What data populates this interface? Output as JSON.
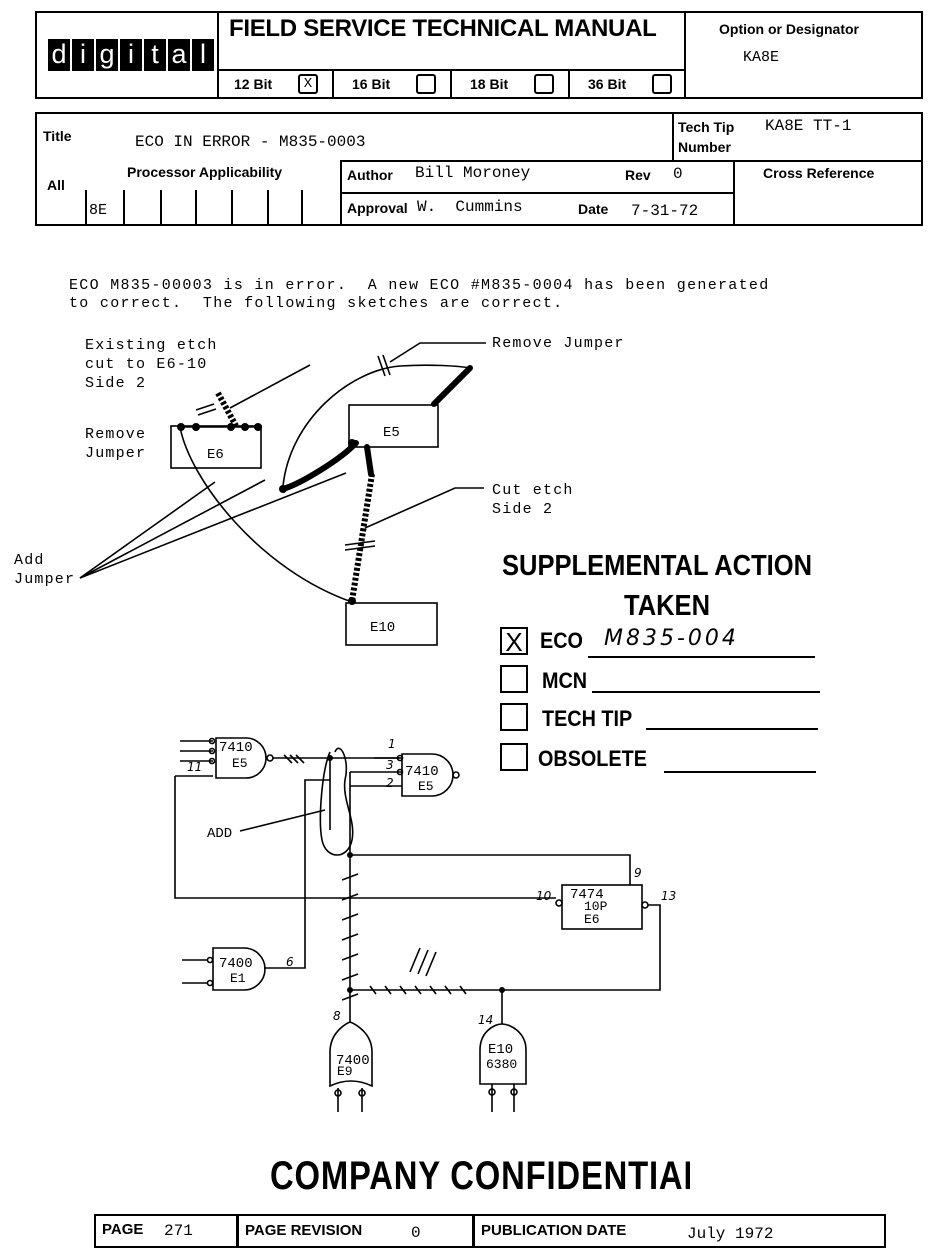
{
  "header": {
    "logo_letters": [
      "d",
      "i",
      "g",
      "i",
      "t",
      "a",
      "l"
    ],
    "manual_title": "FIELD SERVICE TECHNICAL MANUAL",
    "option_label": "Option or Designator",
    "option_value": "KA8E",
    "bits": [
      {
        "label": "12 Bit",
        "checked": true,
        "mark": "X"
      },
      {
        "label": "16 Bit",
        "checked": false,
        "mark": ""
      },
      {
        "label": "18 Bit",
        "checked": false,
        "mark": ""
      },
      {
        "label": "36 Bit",
        "checked": false,
        "mark": ""
      }
    ]
  },
  "info": {
    "title_label": "Title",
    "title_value": "ECO IN ERROR - M835-0003",
    "tech_tip_label_1": "Tech Tip",
    "tech_tip_label_2": "Number",
    "tech_tip_value": "KA8E TT-1",
    "all_label": "All",
    "processor_label": "Processor Applicability",
    "processor_value": "8E",
    "author_label": "Author",
    "author_value": "Bill Moroney",
    "rev_label": "Rev",
    "rev_value": "0",
    "approval_label": "Approval",
    "approval_value": "W.  Cummins",
    "date_label": "Date",
    "date_value": "7-31-72",
    "cross_ref_label": "Cross Reference"
  },
  "body_text": {
    "line1": "ECO M835-00003 is in error.  A new ECO #M835-0004 has been generated",
    "line2": "to correct.  The following sketches are correct."
  },
  "sketch1": {
    "existing_etch": "Existing etch\ncut to E6-10\nSide 2",
    "remove_jumper_top": "Remove Jumper",
    "remove_jumper_left": "Remove\nJumper",
    "cut_etch": "Cut etch\nSide 2",
    "add_jumper": "Add\nJumper",
    "chip_e5": "E5",
    "chip_e6": "E6",
    "chip_e10": "E10"
  },
  "supplemental": {
    "title_line1": "SUPPLEMENTAL ACTION",
    "title_line2": "TAKEN",
    "items": [
      {
        "label": "ECO",
        "checked": true,
        "mark": "X",
        "value": "M835-004"
      },
      {
        "label": "MCN",
        "checked": false,
        "mark": "",
        "value": ""
      },
      {
        "label": "TECH TIP",
        "checked": false,
        "mark": "",
        "value": ""
      },
      {
        "label": "OBSOLETE",
        "checked": false,
        "mark": "",
        "value": ""
      }
    ]
  },
  "schematic": {
    "gate_left_top": "7410",
    "gate_left_top_sub": "E5",
    "gate_mid": "7410",
    "gate_mid_sub": "E5",
    "flipflop": "7474",
    "flipflop_sub1": "10P",
    "flipflop_sub2": "E6",
    "gate_e1": "7400",
    "gate_e1_sub": "E1",
    "gate_e9": "7400",
    "gate_e9_sub": "E9",
    "gate_e10": "E10",
    "gate_e10_sub": "6380",
    "add_label": "ADD",
    "pins": {
      "p1": "1",
      "p3": "3",
      "p2": "2",
      "p11": "11",
      "p9": "9",
      "p10": "10",
      "p13": "13",
      "p6": "6",
      "p8": "8",
      "p14": "14"
    }
  },
  "footer": {
    "stamp": "COMPANY CONFIDENTIAL",
    "page_label": "PAGE",
    "page_value": "271",
    "rev_label": "PAGE REVISION",
    "rev_value": "0",
    "pub_label": "PUBLICATION DATE",
    "pub_value": "July 1972"
  }
}
